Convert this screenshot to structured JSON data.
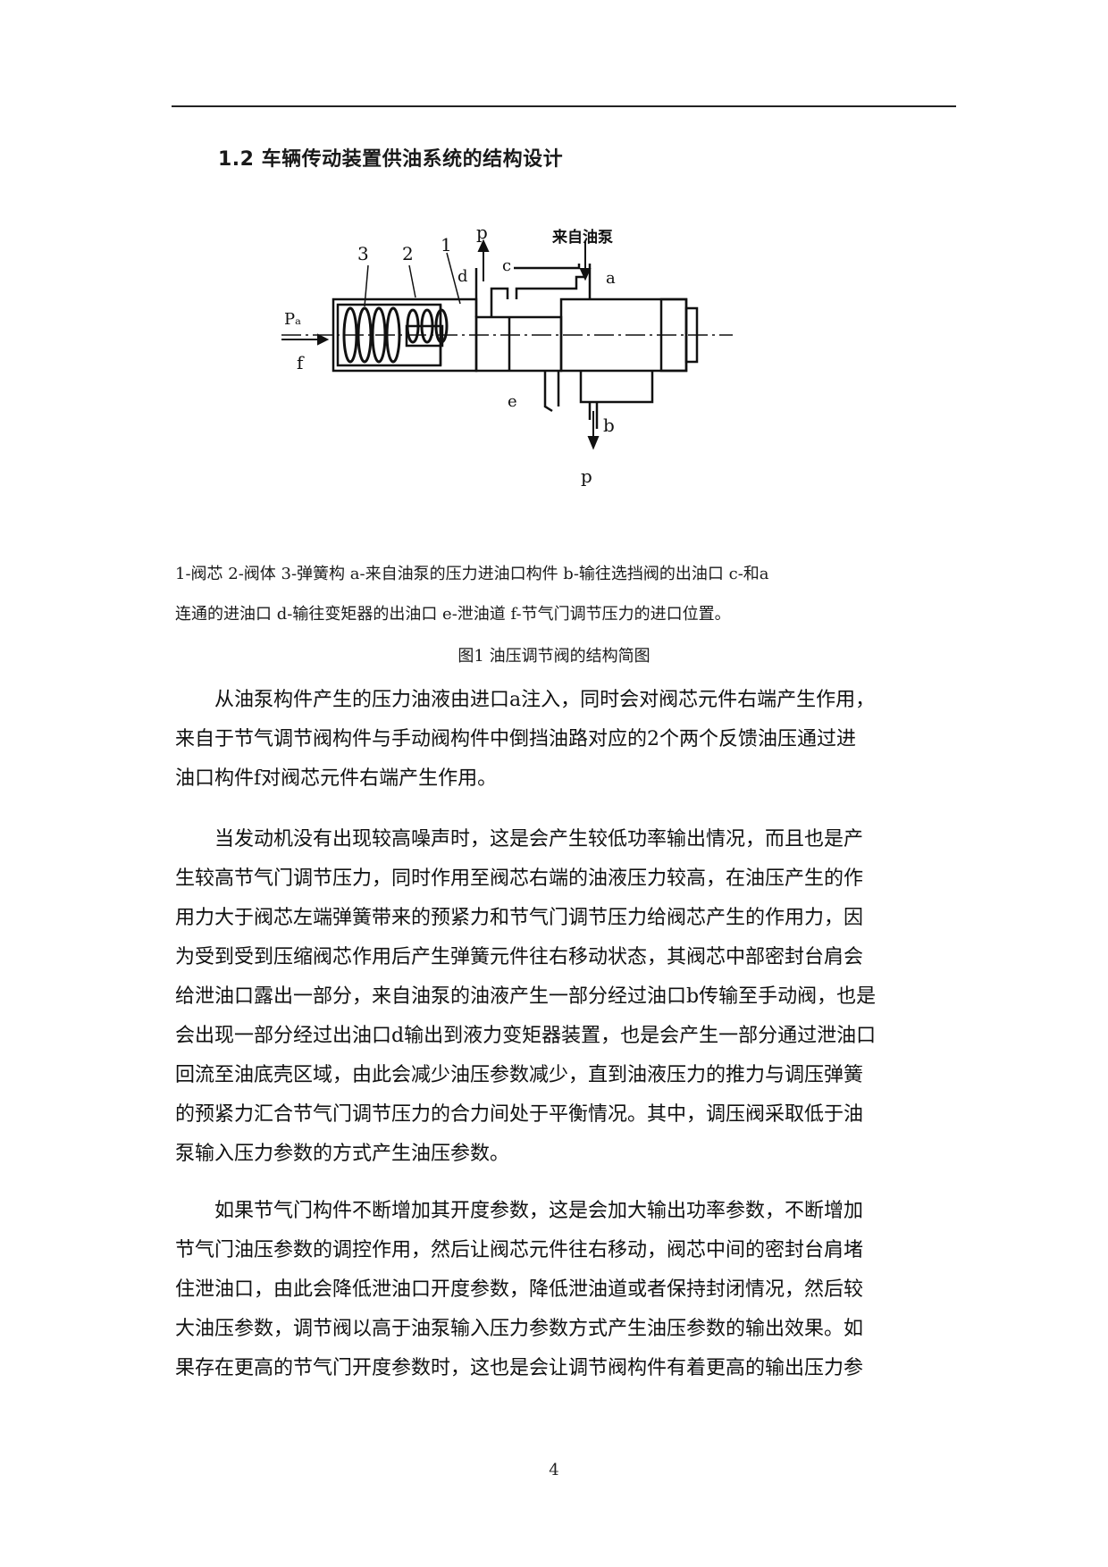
{
  "section_heading": "1.2 车辆传动装置供油系统的结构设计",
  "figure": {
    "labels": {
      "n3": "3",
      "n2": "2",
      "n1": "1",
      "p_top": "p",
      "c": "c",
      "d": "d",
      "from_pump": "来自油泵",
      "a": "a",
      "pa": "Pₐ",
      "f": "f",
      "e": "e",
      "b": "b",
      "p_bottom": "p"
    },
    "legend_line1": "1-阀芯 2-阀体 3-弹簧构 a-来自油泵的压力进油口构件  b-输往选挡阀的出油口 c-和a",
    "legend_line2": "连通的进油口 d-输往变矩器的出油口 e-泄油道  f-节气门调节压力的进口位置。",
    "caption": "图1 油压调节阀的结构简图"
  },
  "paragraphs": [
    {
      "lines": [
        "　　从油泵构件产生的压力油液由进口a注入，同时会对阀芯元件右端产生作用，",
        "来自于节气调节阀构件与手动阀构件中倒挡油路对应的2个两个反馈油压通过进",
        "油口构件f对阀芯元件右端产生作用。"
      ]
    },
    {
      "lines": [
        "　　当发动机没有出现较高噪声时，这是会产生较低功率输出情况，而且也是产",
        "生较高节气门调节压力，同时作用至阀芯右端的油液压力较高，在油压产生的作",
        "用力大于阀芯左端弹簧带来的预紧力和节气门调节压力给阀芯产生的作用力，因",
        "为受到受到压缩阀芯作用后产生弹簧元件往右移动状态，其阀芯中部密封台肩会",
        "给泄油口露出一部分，来自油泵的油液产生一部分经过油口b传输至手动阀，也是",
        "会出现一部分经过出油口d输出到液力变矩器装置，也是会产生一部分通过泄油口",
        "回流至油底壳区域，由此会减少油压参数减少，直到油液压力的推力与调压弹簧",
        "的预紧力汇合节气门调节压力的合力间处于平衡情况。其中，调压阀采取低于油",
        "泵输入压力参数的方式产生油压参数。"
      ]
    },
    {
      "lines": [
        "　　如果节气门构件不断增加其开度参数，这是会加大输出功率参数，不断增加",
        "节气门油压参数的调控作用，然后让阀芯元件往右移动，阀芯中间的密封台肩堵",
        "住泄油口，由此会降低泄油口开度参数，降低泄油道或者保持封闭情况，然后较",
        "大油压参数，调节阀以高于油泵输入压力参数方式产生油压参数的输出效果。如",
        "果存在更高的节气门开度参数时，这也是会让调节阀构件有着更高的输出压力参"
      ]
    }
  ],
  "page_number": "4"
}
